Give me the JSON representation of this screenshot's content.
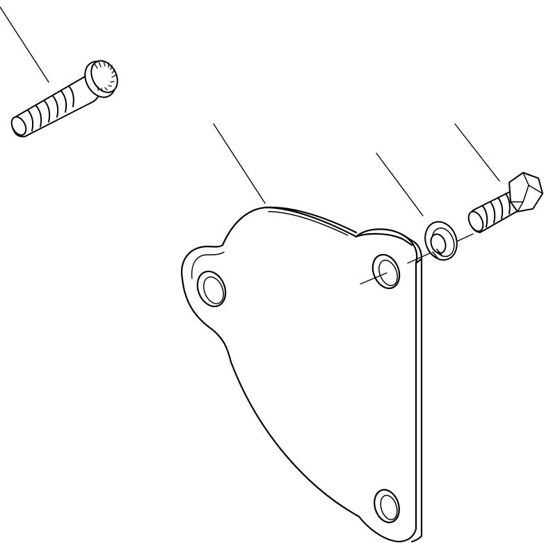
{
  "diagram": {
    "type": "exploded parts view",
    "colors": {
      "line": "#000000",
      "background": "#ffffff"
    },
    "parts": [
      {
        "name": "flange-bolt",
        "icon": "flange-bolt-icon"
      },
      {
        "name": "cover-plate",
        "icon": "cover-plate-icon"
      },
      {
        "name": "lock-washer",
        "icon": "lock-washer-icon"
      },
      {
        "name": "hex-bolt",
        "icon": "hex-bolt-icon"
      }
    ],
    "leader_lines_count": 4
  }
}
